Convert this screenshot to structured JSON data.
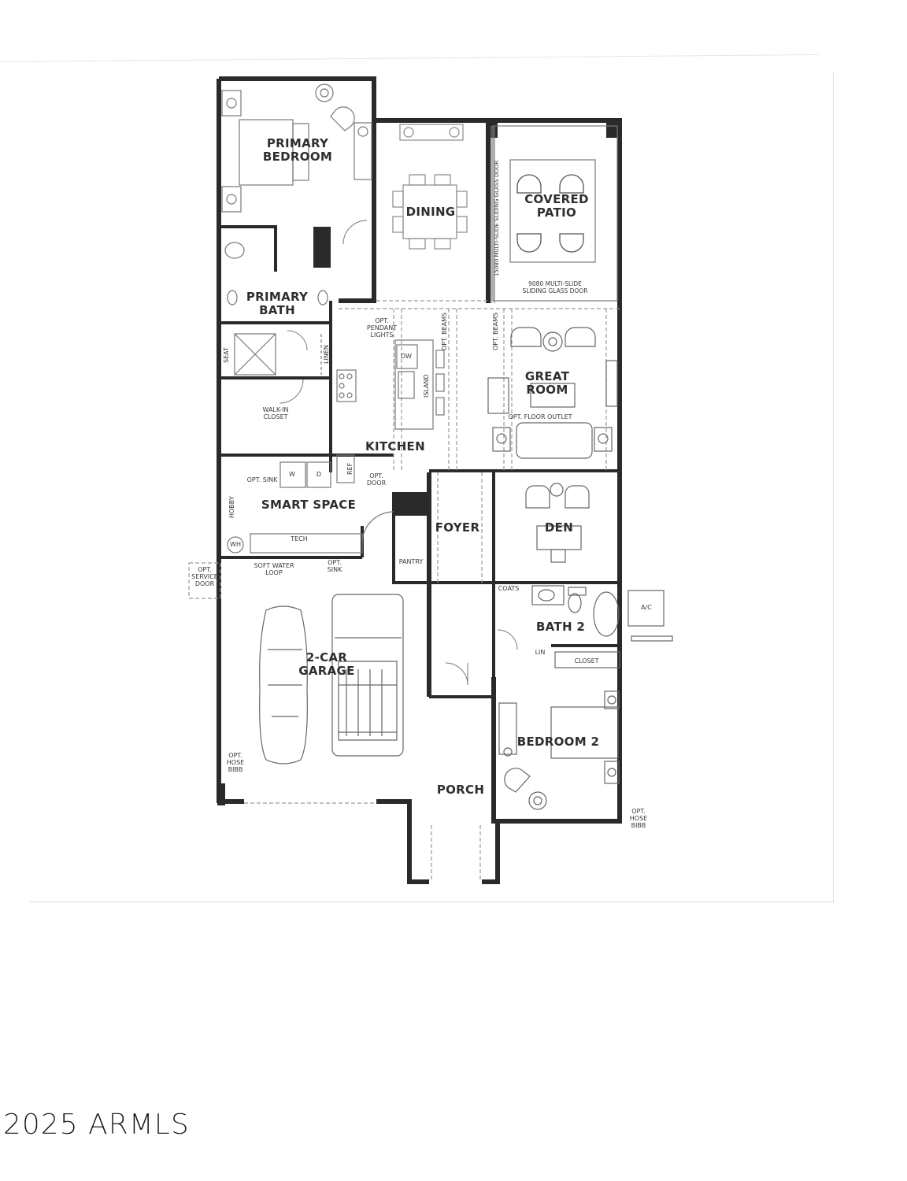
{
  "document": {
    "type": "floor plan",
    "watermark": "2025 ARMLS"
  },
  "rooms": {
    "primary_bedroom": "PRIMARY\nBEDROOM",
    "dining": "DINING",
    "covered_patio": "COVERED\nPATIO",
    "primary_bath": "PRIMARY\nBATH",
    "walk_in_closet": "WALK-IN\nCLOSET",
    "kitchen": "KITCHEN",
    "great_room": "GREAT\nROOM",
    "smart_space": "SMART SPACE",
    "foyer": "FOYER",
    "den": "DEN",
    "bath_2": "BATH 2",
    "garage": "2-CAR\nGARAGE",
    "bedroom_2": "BEDROOM 2",
    "porch": "PORCH",
    "pantry": "PANTRY"
  },
  "annotations": {
    "sliding_door_side": "15080 MULTI-SLIDE SLIDING GLASS DOOR",
    "sliding_door_bottom": "9080 MULTI-SLIDE\nSLIDING GLASS DOOR",
    "seat": "SEAT",
    "linen": "LINEN",
    "pendant_lights": "OPT.\nPENDANT\nLIGHTS",
    "opt_beams_1": "OPT. BEAMS",
    "opt_beams_2": "OPT. BEAMS",
    "dw": "DW",
    "island": "ISLAND",
    "floor_outlet": "OPT. FLOOR OUTLET",
    "opt_sink_1": "OPT. SINK",
    "washer": "W",
    "dryer": "D",
    "ref": "REF",
    "opt_door": "OPT.\nDOOR",
    "hobby": "HOBBY",
    "tech": "TECH",
    "wh": "WH",
    "soft_water": "SOFT WATER\nLOOP",
    "opt_sink_2": "OPT.\nSINK",
    "service_door": "OPT.\nSERVICE\nDOOR",
    "coats": "COATS",
    "lin": "LIN",
    "closet": "CLOSET",
    "ac": "A/C",
    "hose_bibb_garage": "OPT.\nHOSE\nBIBB",
    "hose_bibb_bedroom": "OPT.\nHOSE\nBIBB"
  },
  "colors": {
    "wall": "#2a2a2a",
    "line": "#8a8a8a",
    "dash": "#9a9a9a",
    "text": "#2e2e2e"
  }
}
